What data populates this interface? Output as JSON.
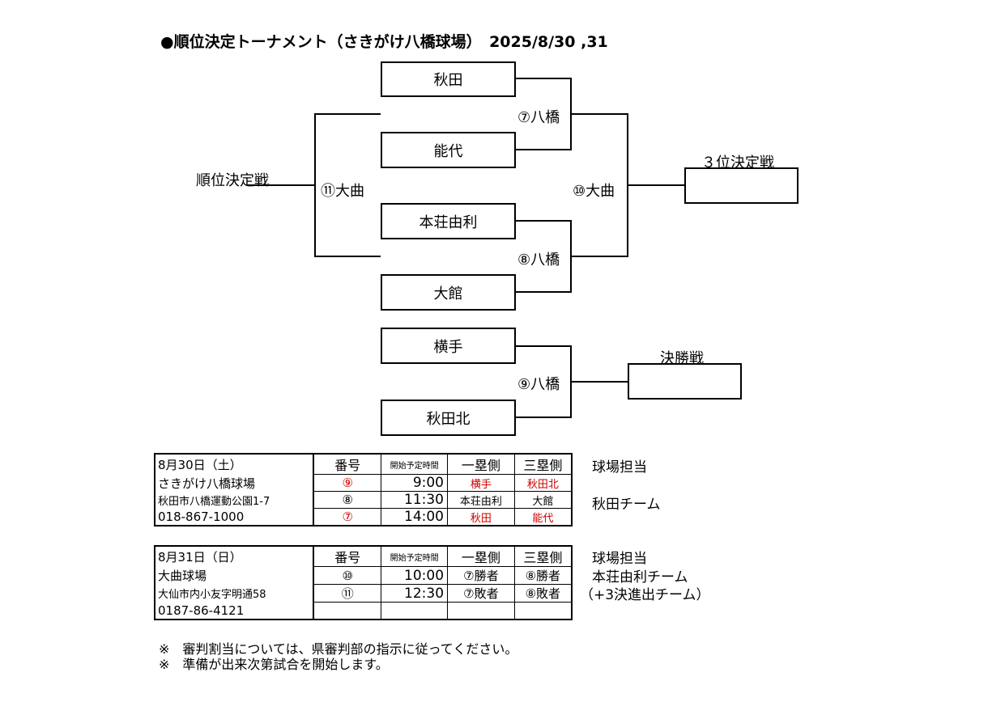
{
  "header": {
    "title": "●順位決定トーナメント（さきがけ八橋球場）　2025/8/30 ,31"
  },
  "bracket": {
    "main_label": "順位決定戦",
    "teams": [
      "秋田",
      "能代",
      "本荘由利",
      "大館",
      "横手",
      "秋田北"
    ],
    "games": {
      "g7": "⑦八橋",
      "g8": "⑧八橋",
      "g9": "⑨八橋",
      "g10": "⑩大曲",
      "g11": "⑪大曲"
    },
    "third_place_label": "３位決定戦",
    "final_label": "決勝戦"
  },
  "schedule_day1": {
    "info": [
      "8月30日（土）",
      "さきがけ八橋球場",
      "秋田市八橋運動公園1-7",
      "018-867-1000"
    ],
    "headers": {
      "number": "番号",
      "time": "開始予定時間",
      "first": "一塁側",
      "third": "三塁側"
    },
    "rows": [
      {
        "number": "⑨",
        "time": "9:00",
        "first": "横手",
        "third": "秋田北"
      },
      {
        "number": "⑧",
        "time": "11:30",
        "first": "本荘由利",
        "third": "大館"
      },
      {
        "number": "⑦",
        "time": "14:00",
        "first": "秋田",
        "third": "能代"
      }
    ],
    "side_label": "球場担当",
    "side_team": "秋田チーム"
  },
  "schedule_day2": {
    "info": [
      "8月31日（日）",
      "大曲球場",
      "大仙市内小友字明通58",
      "0187-86-4121"
    ],
    "headers": {
      "number": "番号",
      "time": "開始予定時間",
      "first": "一塁側",
      "third": "三塁側"
    },
    "rows": [
      {
        "number": "⑩",
        "time": "10:00",
        "first": "⑦勝者",
        "third": "⑧勝者"
      },
      {
        "number": "⑪",
        "time": "12:30",
        "first": "⑦敗者",
        "third": "⑧敗者"
      }
    ],
    "side_label": "球場担当",
    "side_team": "本荘由利チーム",
    "side_note": "（+3決進出チーム）"
  },
  "notes": [
    "※　審判割当については、県審判部の指示に従ってください。",
    "※　準備が出来次第試合を開始します。"
  ],
  "colors": {
    "highlight": "#cc0000"
  }
}
